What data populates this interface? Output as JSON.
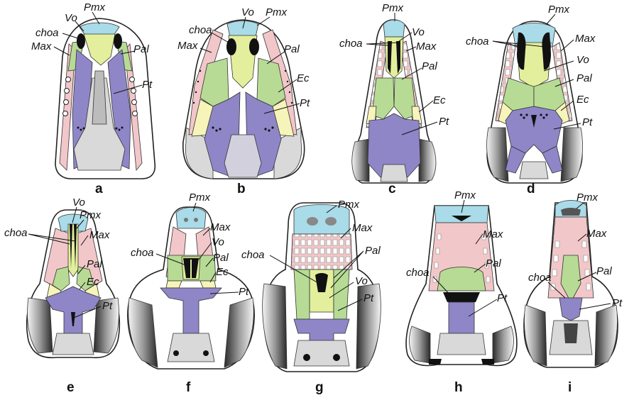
{
  "colors": {
    "Pmx": "#a9dbe8",
    "Max": "#f2c7c9",
    "Vo": "#e3ef9c",
    "Pal": "#b7db95",
    "Ec": "#f6f4b8",
    "Pt": "#8f86c8",
    "choa": "#111111",
    "braincase": "#d9d9d9",
    "outline": "#222222"
  },
  "panels": [
    {
      "id": "a",
      "letter": "a",
      "labels": {
        "Pmx": "Pmx",
        "Vo": "Vo",
        "choa": "choa",
        "Max": "Max",
        "Pal": "Pal",
        "Pt": "Pt"
      }
    },
    {
      "id": "b",
      "letter": "b",
      "labels": {
        "Vo": "Vo",
        "Pmx": "Pmx",
        "choa": "choa",
        "Max": "Max",
        "Pal": "Pal",
        "Ec": "Ec",
        "Pt": "Pt"
      }
    },
    {
      "id": "c",
      "letter": "c",
      "labels": {
        "Pmx": "Pmx",
        "choa": "choa",
        "Vo": "Vo",
        "Max": "Max",
        "Pal": "Pal",
        "Ec": "Ec",
        "Pt": "Pt"
      }
    },
    {
      "id": "d",
      "letter": "d",
      "labels": {
        "Pmx": "Pmx",
        "choa": "choa",
        "Max": "Max",
        "Vo": "Vo",
        "Pal": "Pal",
        "Ec": "Ec",
        "Pt": "Pt"
      }
    },
    {
      "id": "e",
      "letter": "e",
      "labels": {
        "Vo": "Vo",
        "Pmx": "Pmx",
        "choa": "choa",
        "Max": "Max",
        "Pal": "Pal",
        "Ec": "Ec",
        "Pt": "Pt"
      }
    },
    {
      "id": "f",
      "letter": "f",
      "labels": {
        "Pmx": "Pmx",
        "Max": "Max",
        "choa": "choa",
        "Vo": "Vo",
        "Pal": "Pal",
        "Ec": "Ec",
        "Pt": "Pt"
      }
    },
    {
      "id": "g",
      "letter": "g",
      "labels": {
        "Pmx": "Pmx",
        "Max": "Max",
        "Pal": "Pal",
        "choa": "choa",
        "Vo": "Vo",
        "Pt": "Pt"
      }
    },
    {
      "id": "h",
      "letter": "h",
      "labels": {
        "Pmx": "Pmx",
        "Max": "Max",
        "Pal": "Pal",
        "choa": "choa",
        "Pt": "Pt"
      }
    },
    {
      "id": "i",
      "letter": "i",
      "labels": {
        "Pmx": "Pmx",
        "Max": "Max",
        "Pal": "Pal",
        "choa": "choa",
        "Pt": "Pt"
      }
    }
  ]
}
